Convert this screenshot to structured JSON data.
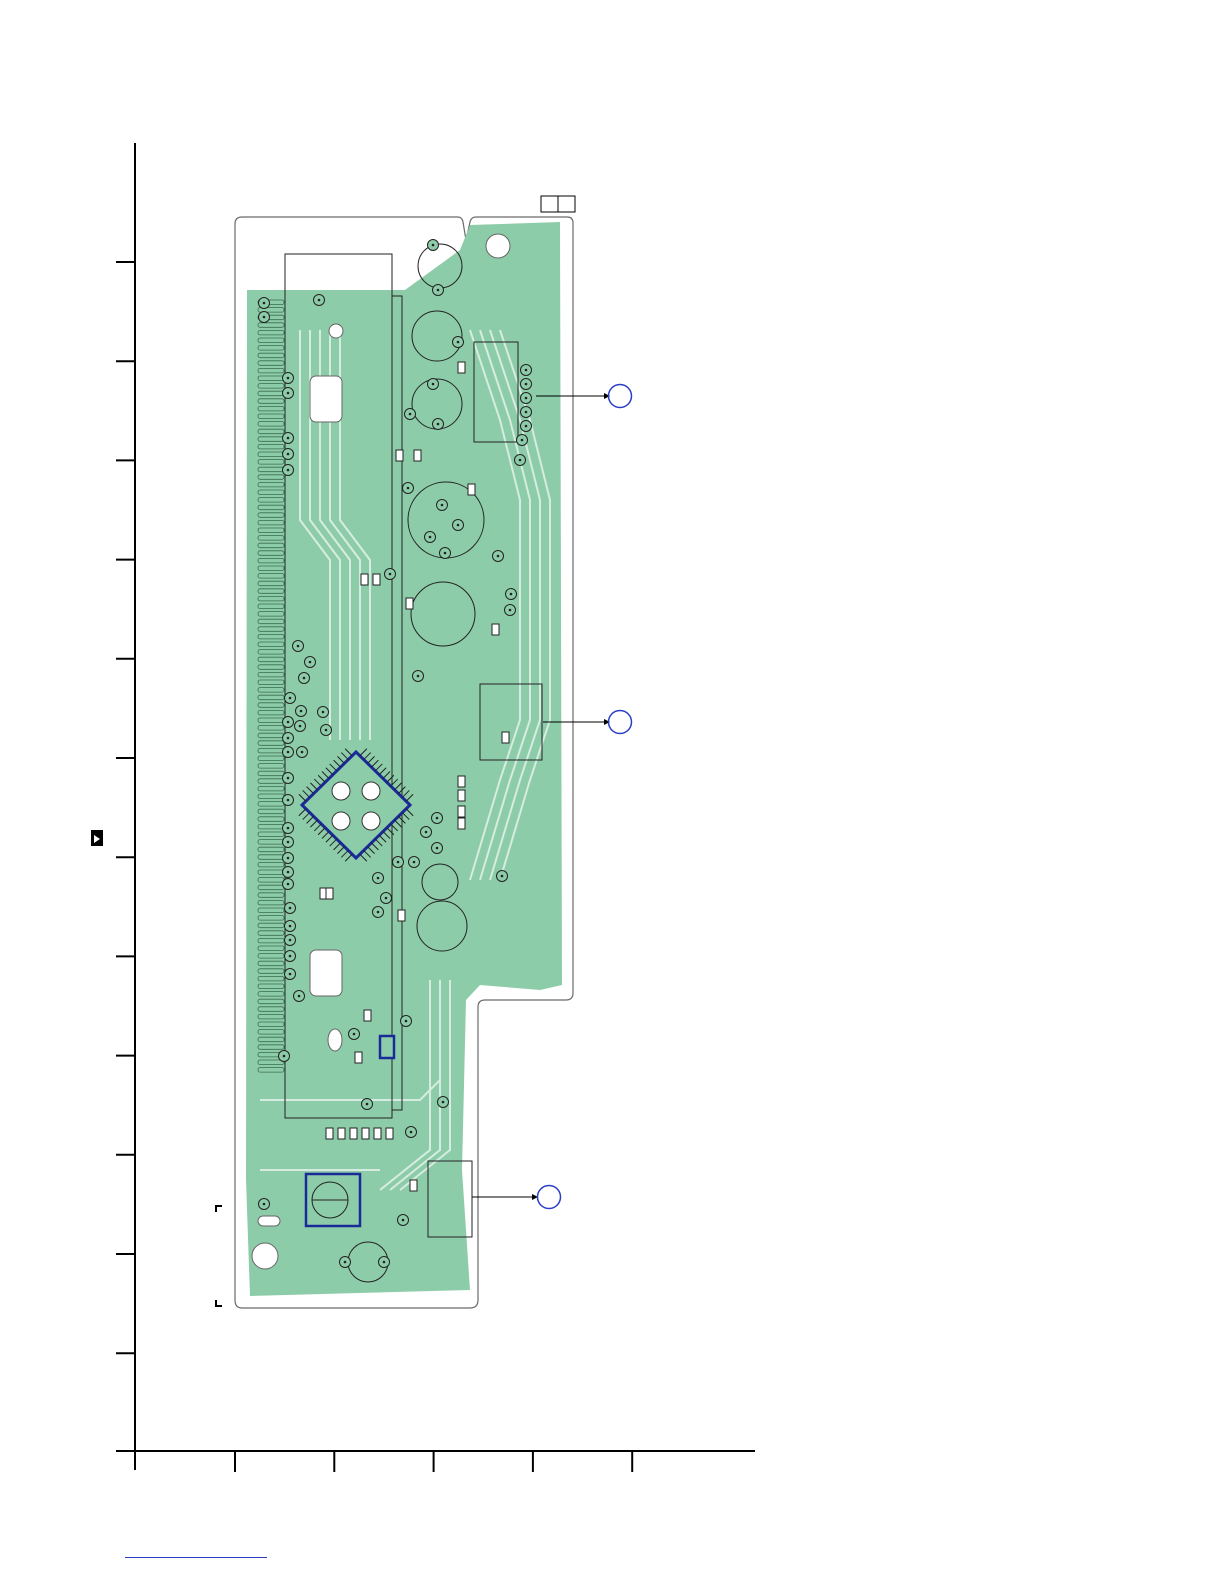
{
  "diagram": {
    "kind": "printed-circuit-board-layout",
    "colors": {
      "board_fill": "#8dcca9",
      "board_outline": "#6a6a6a",
      "trace_light": "#d6ece0",
      "ic_outline": "#1a2a99",
      "callout": "#2b3ec7",
      "frame": "#000000"
    },
    "frame": {
      "row_ticks": 12,
      "col_ticks": 5
    },
    "callouts": [
      {
        "label": ""
      },
      {
        "label": ""
      },
      {
        "label": ""
      }
    ],
    "logo": {
      "text": ""
    },
    "corner_box": {
      "text": ""
    }
  }
}
